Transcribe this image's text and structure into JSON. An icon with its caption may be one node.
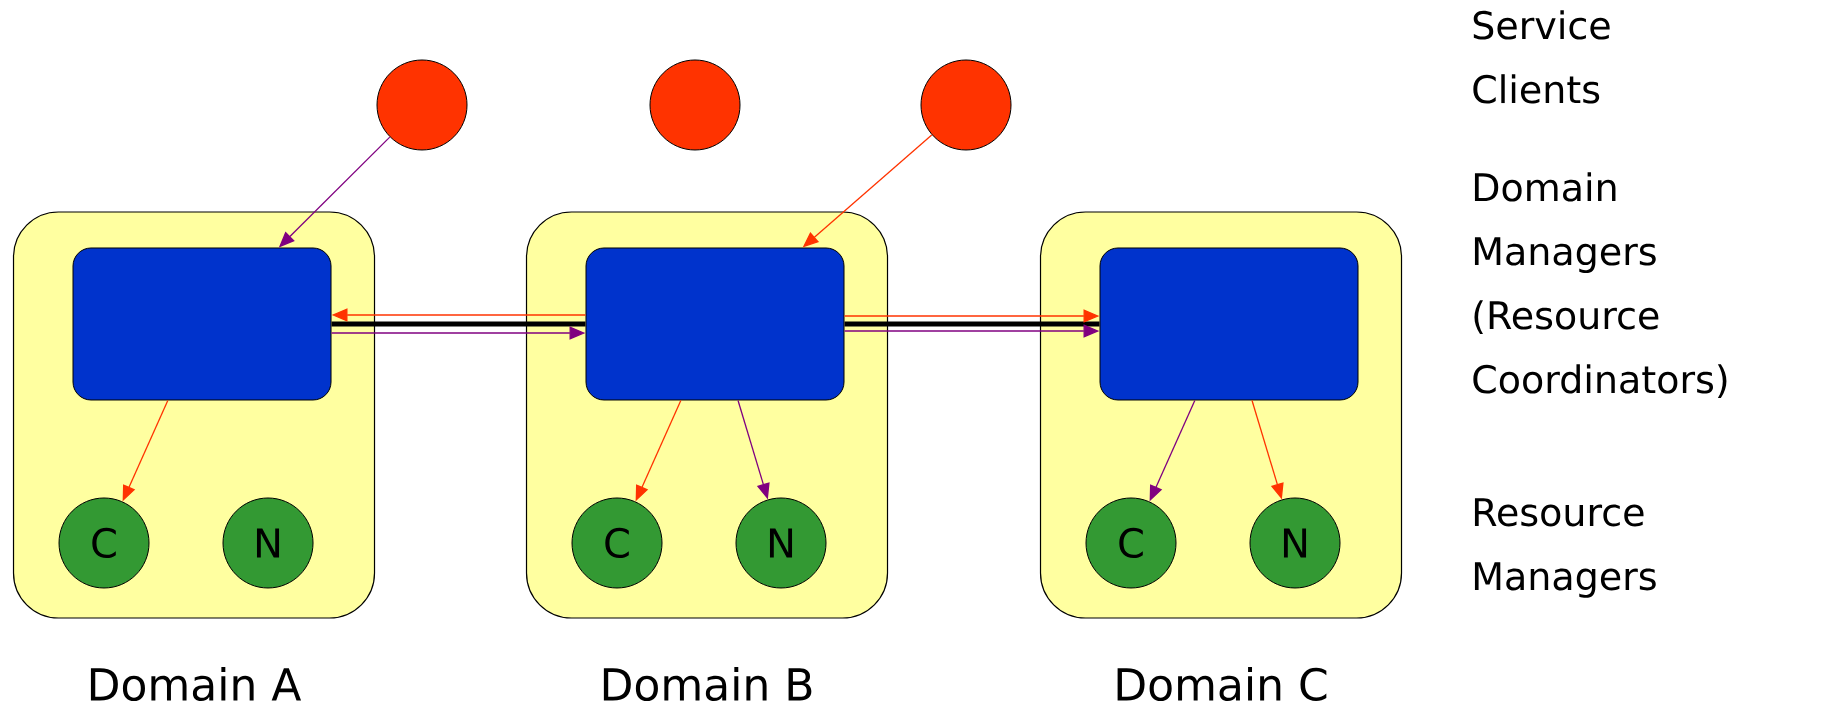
{
  "diagram": {
    "nodes": [
      {
        "text": [
          "Domain A"
        ]
      },
      {
        "text": [],
        "shape": "box",
        "in": 0
      },
      {
        "text": [
          "C"
        ],
        "in": 0
      },
      {
        "text": [
          "N"
        ],
        "in": 0
      },
      {
        "text": [
          "Domain B"
        ]
      },
      {
        "text": [],
        "shape": "box",
        "in": 4
      },
      {
        "text": [
          "C"
        ],
        "in": 4
      },
      {
        "text": [
          "N"
        ],
        "in": 4
      },
      {
        "text": [
          "Domain C"
        ]
      },
      {
        "text": [],
        "shape": "box",
        "in": 8
      },
      {
        "text": [
          "C"
        ],
        "in": 8
      },
      {
        "text": [
          "N"
        ],
        "in": 8
      },
      {
        "text": [],
        "shape": "circle"
      },
      {
        "text": [],
        "shape": "circle"
      },
      {
        "text": [],
        "shape": "circle"
      }
    ],
    "edges": [
      {
        "from": 12,
        "to": 1,
        "arrow": "to",
        "color": "#800080"
      },
      {
        "from": 14,
        "to": 5,
        "arrow": "to",
        "color": "#ff3300"
      },
      {
        "from": 1,
        "to": 5,
        "arrow": "none",
        "style": "thick",
        "color": "#000000"
      },
      {
        "from": 5,
        "to": 9,
        "arrow": "none",
        "style": "thick",
        "color": "#000000"
      },
      {
        "from": 5,
        "to": 1,
        "arrow": "to",
        "color": "#ff3300"
      },
      {
        "from": 1,
        "to": 5,
        "arrow": "to",
        "color": "#800080"
      },
      {
        "from": 5,
        "to": 9,
        "arrow": "to",
        "color": "#ff3300"
      },
      {
        "from": 5,
        "to": 9,
        "arrow": "to",
        "color": "#800080"
      },
      {
        "from": 1,
        "to": 2,
        "arrow": "to",
        "color": "#ff3300"
      },
      {
        "from": 5,
        "to": 6,
        "arrow": "to",
        "color": "#ff3300"
      },
      {
        "from": 5,
        "to": 7,
        "arrow": "to",
        "color": "#800080"
      },
      {
        "from": 9,
        "to": 10,
        "arrow": "to",
        "color": "#800080"
      },
      {
        "from": 9,
        "to": 11,
        "arrow": "to",
        "color": "#ff3300"
      }
    ],
    "labels": [
      "Service Clients",
      "Domain Managers (Resource Coordinators)",
      "Resource Managers"
    ]
  }
}
